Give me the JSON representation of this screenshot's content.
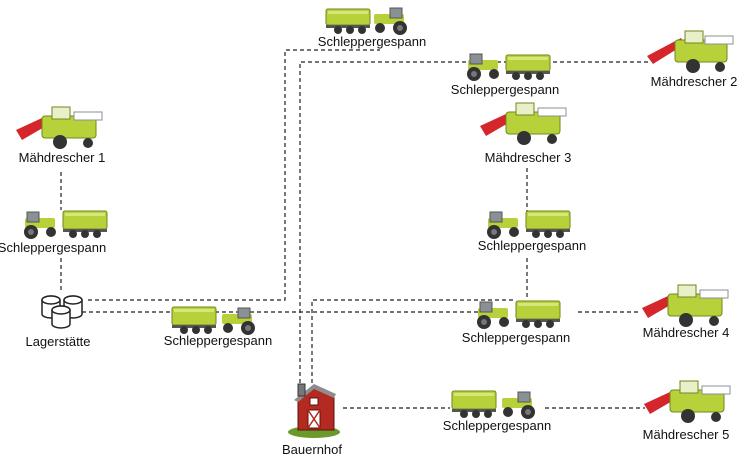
{
  "nodes": {
    "combine1": {
      "label": "Mähdrescher 1",
      "icon": "combine-harvester-icon"
    },
    "combine2": {
      "label": "Mähdrescher 2",
      "icon": "combine-harvester-icon"
    },
    "combine3": {
      "label": "Mähdrescher 3",
      "icon": "combine-harvester-icon"
    },
    "combine4": {
      "label": "Mähdrescher 4",
      "icon": "combine-harvester-icon"
    },
    "combine5": {
      "label": "Mähdrescher 5",
      "icon": "combine-harvester-icon"
    },
    "tractor_top": {
      "label": "Schleppergespann",
      "icon": "tractor-trailer-icon"
    },
    "tractor_c2": {
      "label": "Schleppergespann",
      "icon": "tractor-trailer-icon"
    },
    "tractor_c3": {
      "label": "Schleppergespann",
      "icon": "tractor-trailer-icon"
    },
    "tractor_c1": {
      "label": "Schleppergespann",
      "icon": "tractor-trailer-icon"
    },
    "tractor_mid": {
      "label": "Schleppergespann",
      "icon": "tractor-trailer-icon"
    },
    "tractor_c4": {
      "label": "Schleppergespann",
      "icon": "tractor-trailer-icon"
    },
    "tractor_c5": {
      "label": "Schleppergespann",
      "icon": "tractor-trailer-icon"
    },
    "storage": {
      "label": "Lagerstätte",
      "icon": "silo-storage-icon"
    },
    "farm": {
      "label": "Bauernhof",
      "icon": "barn-icon"
    }
  },
  "colors": {
    "claas_green": "#b7d13a",
    "claas_dark_green": "#6c8a1a",
    "header_red": "#d4262b",
    "tractor_grey": "#8a9194",
    "barn_red": "#b42a22",
    "line": "#222222"
  }
}
